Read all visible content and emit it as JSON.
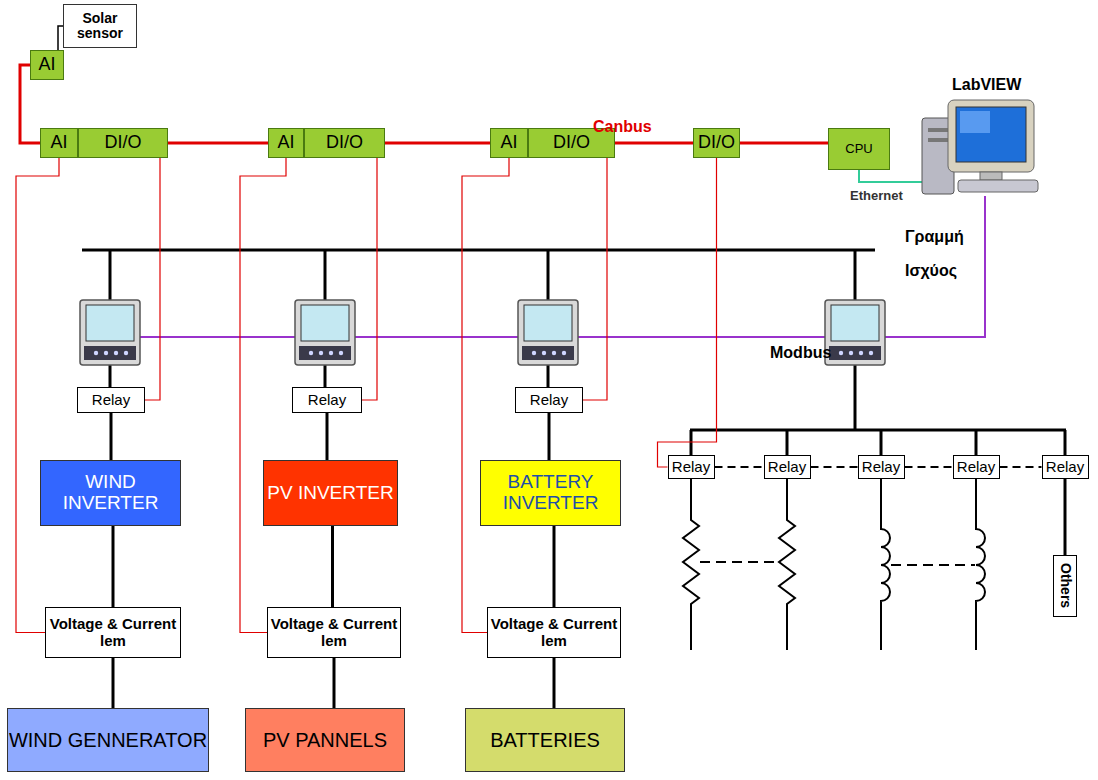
{
  "diagram": {
    "nodes": [
      {
        "text": [
          "AI"
        ]
      },
      {
        "text": [
          "Solar sensor"
        ]
      },
      {
        "text": [
          "AI"
        ]
      },
      {
        "text": [
          "DI/O"
        ]
      },
      {
        "text": [
          "AI"
        ]
      },
      {
        "text": [
          "DI/O"
        ]
      },
      {
        "text": [
          "AI"
        ]
      },
      {
        "text": [
          "DI/O"
        ]
      },
      {
        "text": [
          "DI/O"
        ]
      },
      {
        "text": [
          "CPU"
        ]
      },
      {
        "text": [
          "Relay"
        ]
      },
      {
        "text": [
          "Relay"
        ]
      },
      {
        "text": [
          "Relay"
        ]
      },
      {
        "text": [
          "Relay"
        ]
      },
      {
        "text": [
          "Relay"
        ]
      },
      {
        "text": [
          "Relay"
        ]
      },
      {
        "text": [
          "Relay"
        ]
      },
      {
        "text": [
          "Relay"
        ]
      },
      {
        "text": [
          "WIND INVERTER"
        ]
      },
      {
        "text": [
          "PV INVERTER"
        ]
      },
      {
        "text": [
          "BATTERY INVERTER"
        ]
      },
      {
        "text": [
          "Voltage & Current lem"
        ]
      },
      {
        "text": [
          "Voltage & Current lem"
        ]
      },
      {
        "text": [
          "Voltage & Current lem"
        ]
      },
      {
        "text": [
          "WIND GENNERATOR"
        ]
      },
      {
        "text": [
          "PV PANNELS"
        ]
      },
      {
        "text": [
          "BATTERIES"
        ]
      },
      {
        "text": [
          "Others"
        ]
      }
    ],
    "edges": [
      {
        "from": 0,
        "to": 1,
        "arrow": "none"
      },
      {
        "from": 0,
        "to": 2,
        "arrow": "none"
      },
      {
        "from": 3,
        "to": 4,
        "arrow": "none"
      },
      {
        "from": 5,
        "to": 6,
        "arrow": "none"
      },
      {
        "from": 7,
        "to": 8,
        "arrow": "none"
      },
      {
        "from": 8,
        "to": 9,
        "arrow": "none"
      },
      {
        "from": 2,
        "to": 21,
        "arrow": "none"
      },
      {
        "from": 3,
        "to": 10,
        "arrow": "none"
      },
      {
        "from": 4,
        "to": 22,
        "arrow": "none"
      },
      {
        "from": 5,
        "to": 11,
        "arrow": "none"
      },
      {
        "from": 6,
        "to": 23,
        "arrow": "none"
      },
      {
        "from": 7,
        "to": 12,
        "arrow": "none"
      },
      {
        "from": 8,
        "to": 13,
        "arrow": "none"
      },
      {
        "from": 10,
        "to": 18,
        "arrow": "none"
      },
      {
        "from": 18,
        "to": 21,
        "arrow": "none"
      },
      {
        "from": 21,
        "to": 24,
        "arrow": "none"
      },
      {
        "from": 11,
        "to": 19,
        "arrow": "none"
      },
      {
        "from": 19,
        "to": 22,
        "arrow": "none"
      },
      {
        "from": 22,
        "to": 25,
        "arrow": "none"
      },
      {
        "from": 12,
        "to": 20,
        "arrow": "none"
      },
      {
        "from": 20,
        "to": 23,
        "arrow": "none"
      },
      {
        "from": 23,
        "to": 26,
        "arrow": "none"
      },
      {
        "from": 13,
        "to": 14,
        "arrow": "none"
      },
      {
        "from": 14,
        "to": 15,
        "arrow": "none"
      },
      {
        "from": 15,
        "to": 16,
        "arrow": "none"
      },
      {
        "from": 16,
        "to": 17,
        "arrow": "none"
      },
      {
        "from": 17,
        "to": 27,
        "arrow": "none"
      }
    ],
    "labels": [
      "LabVIEW",
      "Canbus",
      "Ethernet",
      "Γραμμή",
      "Ισχύος",
      "Modbus"
    ]
  }
}
